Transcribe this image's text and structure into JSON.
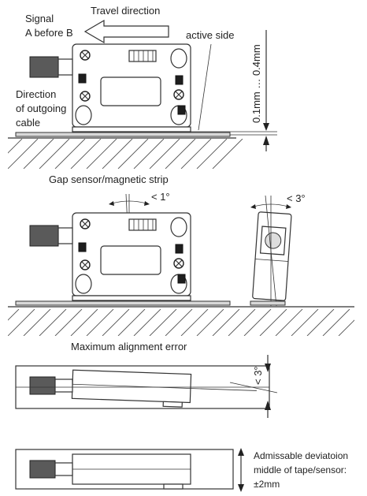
{
  "labels": {
    "signal_line1": "Signal",
    "signal_line2": "A before B",
    "travel_direction": "Travel direction",
    "active_side": "active side",
    "cable_line1": "Direction",
    "cable_line2": "of outgoing",
    "cable_line3": "cable",
    "gap_range": "0.1mm … 0.4mm",
    "gap_title": "Gap sensor/magnetic strip",
    "angle_1": "< 1°",
    "angle_3_side": "< 3°",
    "max_alignment": "Maximum alignment error",
    "angle_3_top": "< 3°",
    "deviation_line1": "Admissable deviatoion",
    "deviation_line2": "middle of tape/sensor:",
    "deviation_line3": "±2mm"
  }
}
